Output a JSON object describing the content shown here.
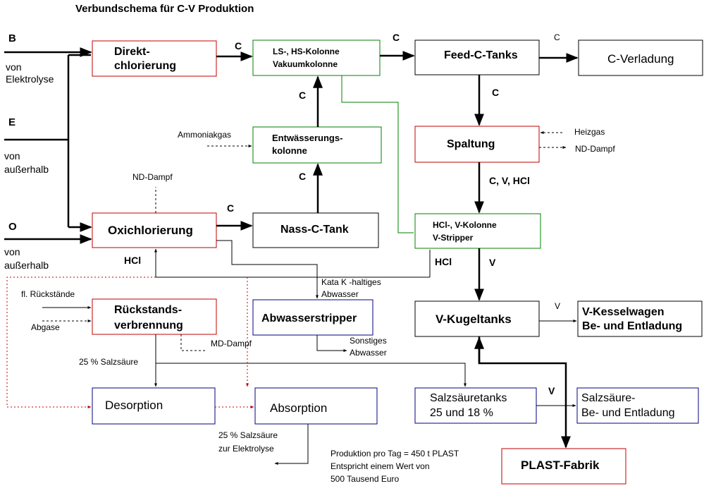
{
  "title": "Verbundschema für C-V Produktion",
  "colors": {
    "red": "#c00000",
    "green": "#008000",
    "blue": "#000080",
    "black": "#000000"
  },
  "inputs": {
    "b": {
      "letter": "B",
      "line1": "von",
      "line2": "Elektrolyse"
    },
    "e": {
      "letter": "E",
      "line1": "von",
      "line2": "außerhalb"
    },
    "o": {
      "letter": "O",
      "line1": "von",
      "line2": "außerhalb"
    }
  },
  "boxes": {
    "direkt": {
      "line1": "Direkt-",
      "line2": "chlorierung"
    },
    "ls_hs": {
      "line1": "LS-,   HS-Kolonne",
      "line2": "Vakuumkolonne"
    },
    "feed": {
      "line1": "Feed-C-Tanks"
    },
    "c_verladung": {
      "line1": "C-Verladung"
    },
    "entwaesserung": {
      "line1": "Entwässerungs-",
      "line2": "kolonne"
    },
    "spaltung": {
      "line1": "Spaltung"
    },
    "oxi": {
      "line1": "Oxichlorierung"
    },
    "nass": {
      "line1": "Nass-C-Tank"
    },
    "hcl_v": {
      "line1": "HCl-,    V-Kolonne",
      "line2": "V-Stripper"
    },
    "rueckstand": {
      "line1": "Rückstands-",
      "line2": "verbrennung"
    },
    "abwasserstripper": {
      "line1": "Abwasserstripper"
    },
    "v_kugel": {
      "line1": "V-Kugeltanks"
    },
    "v_kessel": {
      "line1": "V-Kesselwagen",
      "line2": "Be-  und  Entladung"
    },
    "desorption": {
      "line1": "Desorption"
    },
    "absorption": {
      "line1": "Absorption"
    },
    "salzsaeuretanks": {
      "line1": "Salzsäuretanks",
      "line2": "25  und  18 %"
    },
    "salzsaeure_be": {
      "line1": "Salzsäure-",
      "line2": "Be-  und  Entladung"
    },
    "plast": {
      "line1": "PLAST-Fabrik"
    }
  },
  "labels": {
    "c1": "C",
    "c2": "C",
    "c3": "C",
    "c4": "C",
    "c5": "C",
    "c6": "C",
    "c7": "C",
    "cvhcl": "C,  V,  HCl",
    "hcl_left": "HCl",
    "hcl_right": "HCl",
    "v1": "V",
    "v2": "V",
    "v3": "V",
    "ammoniakgas": "Ammoniakgas",
    "nd_dampf_top": "ND-Dampf",
    "heizgas": "Heizgas",
    "nd_dampf_right": "ND-Dampf",
    "kata1": "Kata  K   -haltiges",
    "kata2": "Abwasser",
    "fl_rueck": "fl.   Rückstände",
    "abgase": "Abgase",
    "md_dampf": "MD-Dampf",
    "salzsaeure25": "25  %  Salzsäure",
    "sonstiges1": "Sonstiges",
    "sonstiges2": "Abwasser",
    "salz_elektro1": "25  %  Salzsäure",
    "salz_elektro2": "zur   Elektrolyse"
  },
  "production_note": {
    "line1": "Produktion  pro  Tag  =  450  t   PLAST",
    "line2": "Entspricht   einem  Wert   von",
    "line3": "500   Tausend   Euro"
  }
}
